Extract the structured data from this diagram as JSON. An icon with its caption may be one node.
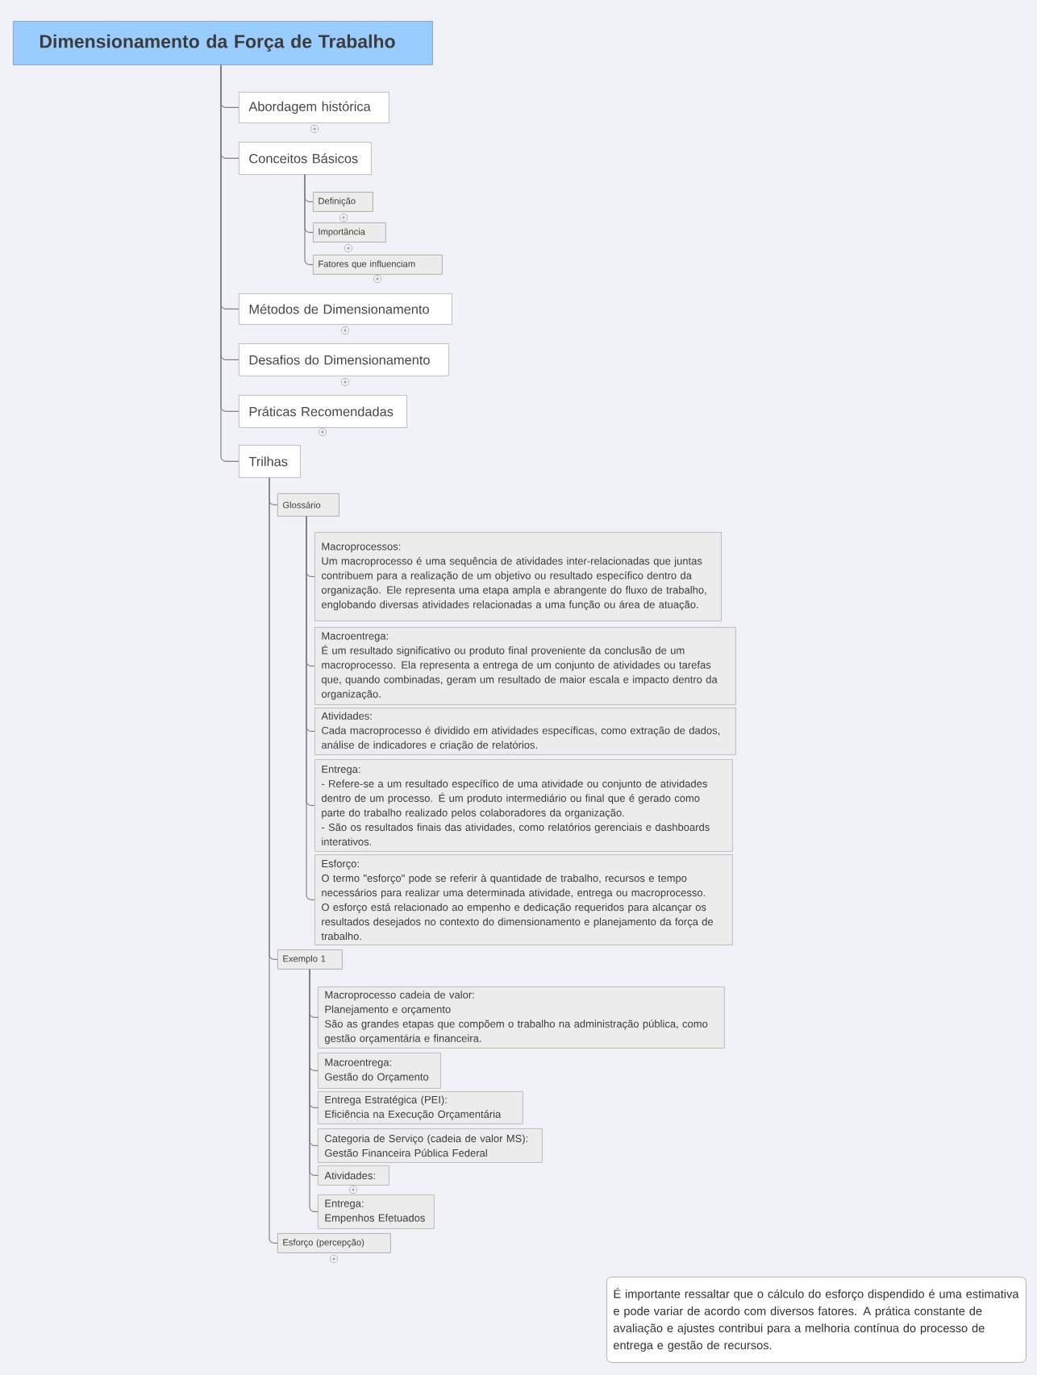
{
  "diagram": {
    "nodes": [
      {
        "text": [
          "Dimensionamento da Força de Trabalho"
        ]
      },
      {
        "text": [
          "Abordagem histórica"
        ]
      },
      {
        "text": [
          "Conceitos Básicos"
        ]
      },
      {
        "text": [
          "Definição"
        ]
      },
      {
        "text": [
          "Importância"
        ]
      },
      {
        "text": [
          "Fatores que influenciam"
        ]
      },
      {
        "text": [
          "Métodos de Dimensionamento"
        ]
      },
      {
        "text": [
          "Desafios do Dimensionamento"
        ]
      },
      {
        "text": [
          "Práticas Recomendadas"
        ]
      },
      {
        "text": [
          "Trilhas"
        ]
      },
      {
        "text": [
          "Glossário"
        ]
      },
      {
        "text": [
          "Macroprocessos:",
          "Um macroprocesso é uma sequência de atividades inter-relacionadas que juntas contribuem para a realização de um objetivo ou resultado específico dentro da organização. Ele representa uma etapa ampla e abrangente do fluxo de trabalho, englobando diversas atividades relacionadas a uma função ou área de atuação."
        ]
      },
      {
        "text": [
          "Macroentrega:",
          "É um resultado significativo ou produto final proveniente da conclusão de um macroprocesso. Ela representa a entrega de um conjunto de atividades ou tarefas que, quando combinadas, geram um resultado de maior escala e impacto dentro da organização."
        ]
      },
      {
        "text": [
          "Atividades:",
          "Cada macroprocesso é dividido em atividades específicas, como extração de dados, análise de indicadores e criação de relatórios."
        ]
      },
      {
        "text": [
          "Entrega:",
          "- Refere-se a um resultado específico de uma atividade ou conjunto de atividades dentro de um processo. É um produto intermediário ou final que é gerado como parte do trabalho realizado pelos colaboradores da organização.",
          "- São os resultados finais das atividades, como relatórios gerenciais e dashboards interativos."
        ]
      },
      {
        "text": [
          "Esforço:",
          "O termo \"esforço\" pode se referir à quantidade de trabalho, recursos e tempo necessários para realizar uma determinada atividade, entrega ou macroprocesso. O esforço está relacionado ao empenho e dedicação requeridos para alcançar os resultados desejados no contexto do dimensionamento e planejamento da força de trabalho."
        ]
      },
      {
        "text": [
          "Exemplo 1"
        ]
      },
      {
        "text": [
          "Macroprocesso cadeia de valor:",
          "Planejamento e orçamento",
          "São as grandes etapas que compõem o trabalho na administração pública, como gestão orçamentária e financeira."
        ]
      },
      {
        "text": [
          "Macroentrega:",
          "Gestão do Orçamento"
        ]
      },
      {
        "text": [
          "Entrega Estratégica (PEI):",
          "Eficiência na Execução Orçamentária"
        ]
      },
      {
        "text": [
          "Categoria de Serviço (cadeia de valor MS):",
          "Gestão Financeira Pública Federal"
        ]
      },
      {
        "text": [
          "Atividades:"
        ]
      },
      {
        "text": [
          "Entrega:",
          "Empenhos Efetuados"
        ]
      },
      {
        "text": [
          "Esforço (percepção)"
        ]
      },
      {
        "text": [
          "É importante ressaltar que o cálculo do esforço dispendido é uma estimativa e pode variar de acordo com diversos fatores. A prática constante de avaliação e ajustes contribui para a melhoria contínua do processo de entrega e gestão de recursos."
        ]
      }
    ],
    "edges": [
      {
        "from": 0,
        "to": 1,
        "arrow": "none"
      },
      {
        "from": 0,
        "to": 2,
        "arrow": "none"
      },
      {
        "from": 2,
        "to": 3,
        "arrow": "none"
      },
      {
        "from": 2,
        "to": 4,
        "arrow": "none"
      },
      {
        "from": 2,
        "to": 5,
        "arrow": "none"
      },
      {
        "from": 0,
        "to": 6,
        "arrow": "none"
      },
      {
        "from": 0,
        "to": 7,
        "arrow": "none"
      },
      {
        "from": 0,
        "to": 8,
        "arrow": "none"
      },
      {
        "from": 0,
        "to": 9,
        "arrow": "none"
      },
      {
        "from": 9,
        "to": 10,
        "arrow": "none"
      },
      {
        "from": 10,
        "to": 11,
        "arrow": "none"
      },
      {
        "from": 10,
        "to": 12,
        "arrow": "none"
      },
      {
        "from": 10,
        "to": 13,
        "arrow": "none"
      },
      {
        "from": 10,
        "to": 14,
        "arrow": "none"
      },
      {
        "from": 10,
        "to": 15,
        "arrow": "none"
      },
      {
        "from": 9,
        "to": 16,
        "arrow": "none"
      },
      {
        "from": 16,
        "to": 17,
        "arrow": "none"
      },
      {
        "from": 16,
        "to": 18,
        "arrow": "none"
      },
      {
        "from": 16,
        "to": 19,
        "arrow": "none"
      },
      {
        "from": 16,
        "to": 20,
        "arrow": "none"
      },
      {
        "from": 16,
        "to": 21,
        "arrow": "none"
      },
      {
        "from": 16,
        "to": 22,
        "arrow": "none"
      },
      {
        "from": 9,
        "to": 23,
        "arrow": "none"
      }
    ]
  }
}
